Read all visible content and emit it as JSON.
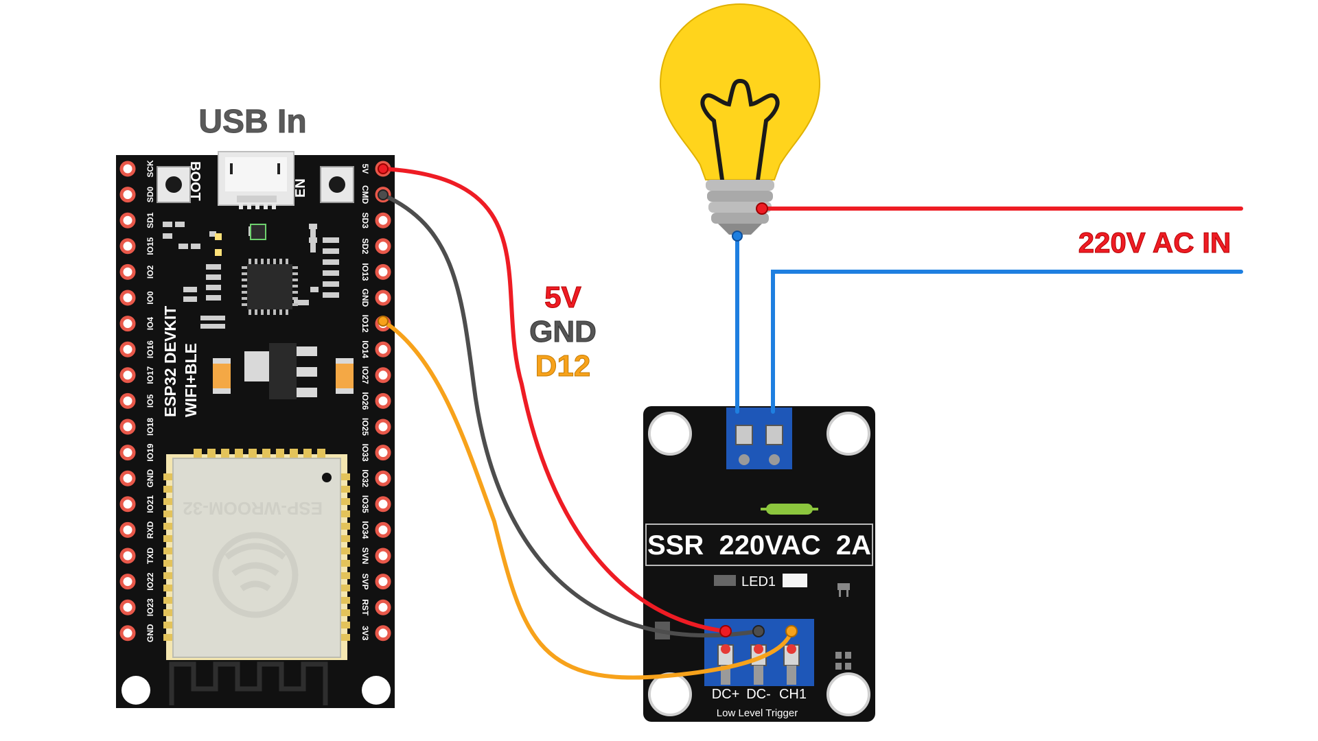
{
  "labels": {
    "usb_in": "USB In",
    "legend_5v": "5V",
    "legend_gnd": "GND",
    "legend_d12": "D12",
    "ac_in": "220V AC IN"
  },
  "esp32": {
    "title_line1": "ESP32 DEVKIT",
    "title_line2": "WIFI+BLE",
    "boot_label": "BOOT",
    "en_label": "EN",
    "module_label": "ESP-WROOM-32",
    "left_pins": [
      "SCK",
      "SD0",
      "SD1",
      "IO15",
      "IO2",
      "IO0",
      "IO4",
      "IO16",
      "IO17",
      "IO5",
      "IO18",
      "IO19",
      "GND",
      "IO21",
      "RXD",
      "TXD",
      "IO22",
      "IO23",
      "GND"
    ],
    "right_pins": [
      "5V",
      "CMD",
      "SD3",
      "SD2",
      "IO13",
      "GND",
      "IO12",
      "IO14",
      "IO27",
      "IO26",
      "IO25",
      "IO33",
      "IO32",
      "IO35",
      "IO34",
      "SVN",
      "SVP",
      "RST",
      "3V3"
    ]
  },
  "ssr": {
    "title": "SSR  220VAC  2A",
    "led_label": "LED1",
    "pin_dc_plus": "DC+",
    "pin_dc_minus": "DC-",
    "pin_ch1": "CH1",
    "trigger_note": "Low Level Trigger"
  },
  "colors": {
    "wire_5v": "#ee1c24",
    "wire_gnd": "#4d4d4d",
    "wire_d12": "#f7a21b",
    "wire_ac_live": "#ee1c24",
    "wire_ac_neutral": "#1e7fe0",
    "board": "#111111",
    "bulb": "#ffd41c"
  }
}
